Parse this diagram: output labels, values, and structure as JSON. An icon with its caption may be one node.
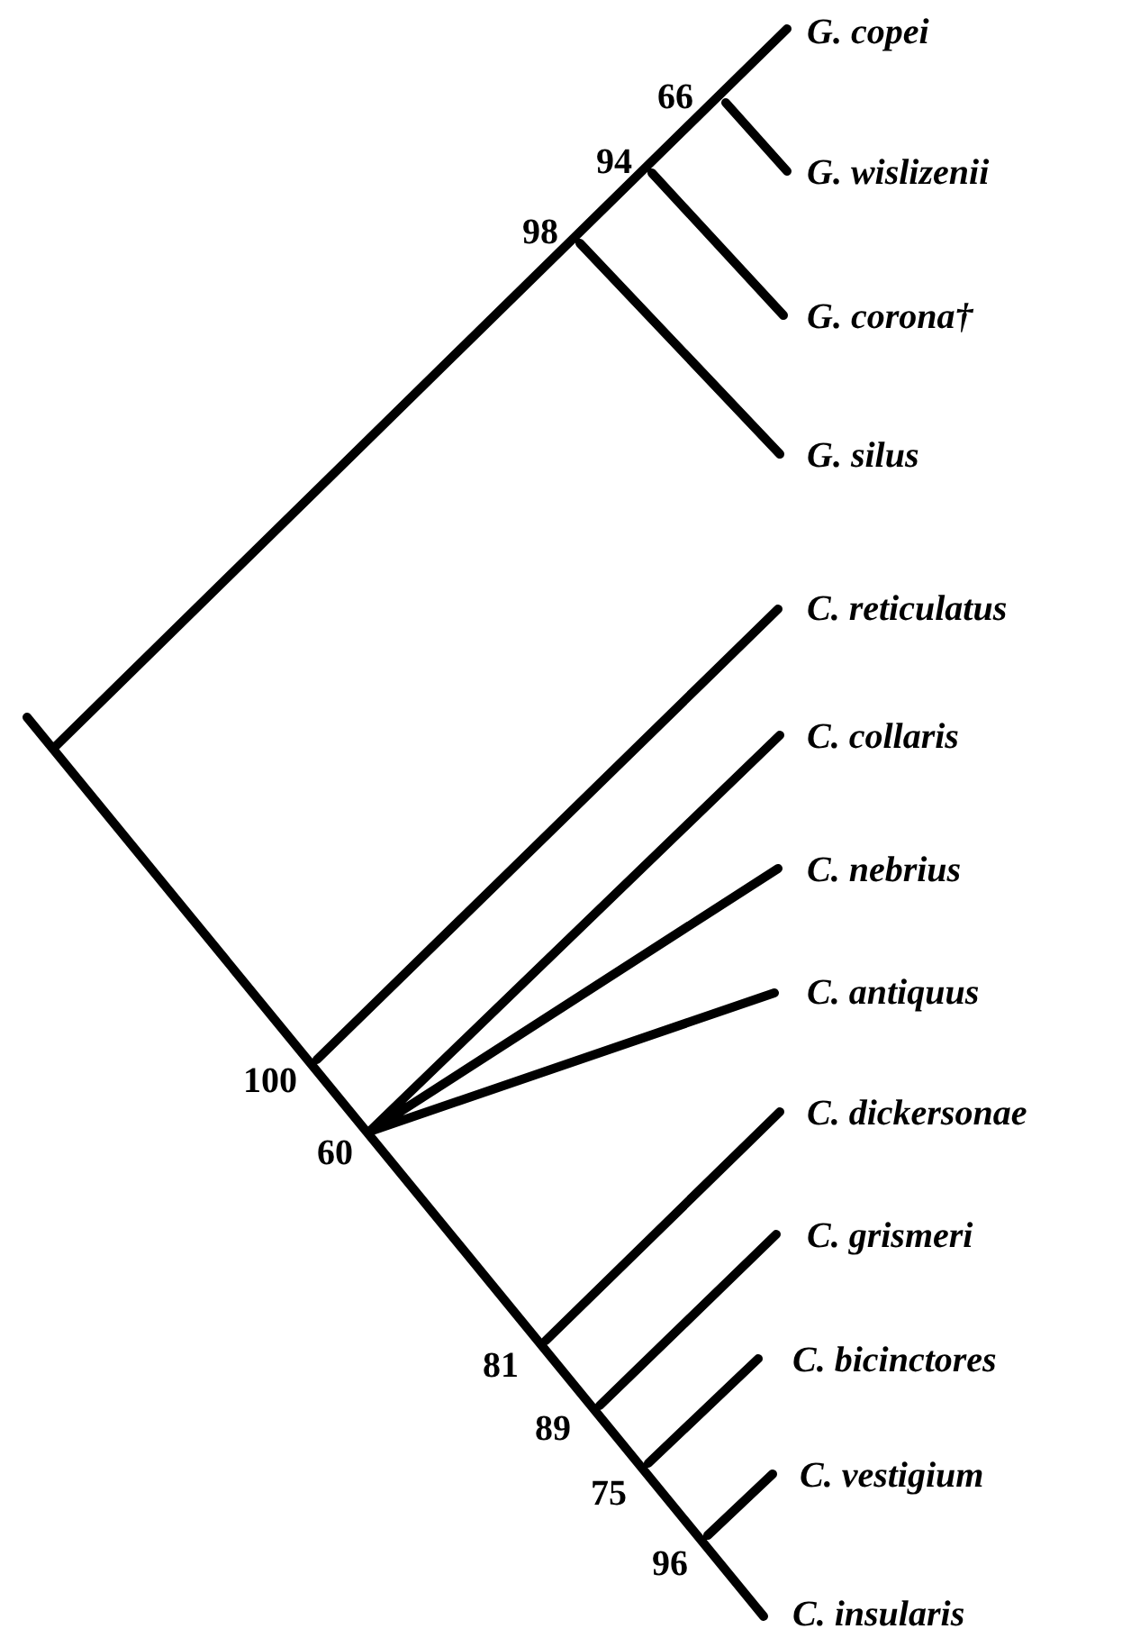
{
  "diagram": {
    "labels": [
      "G. copei",
      "66",
      "G. wislizenii",
      "94",
      "98",
      "G. corona†",
      "G. silus",
      "C. reticulatus",
      "C. collaris",
      "C. nebrius",
      "C. antiquus",
      "100",
      "60",
      "C. dickersonae",
      "C. grismeri",
      "81",
      "C. bicinctores",
      "89",
      "75",
      "C. vestigium",
      "96",
      "C. insularis"
    ]
  }
}
